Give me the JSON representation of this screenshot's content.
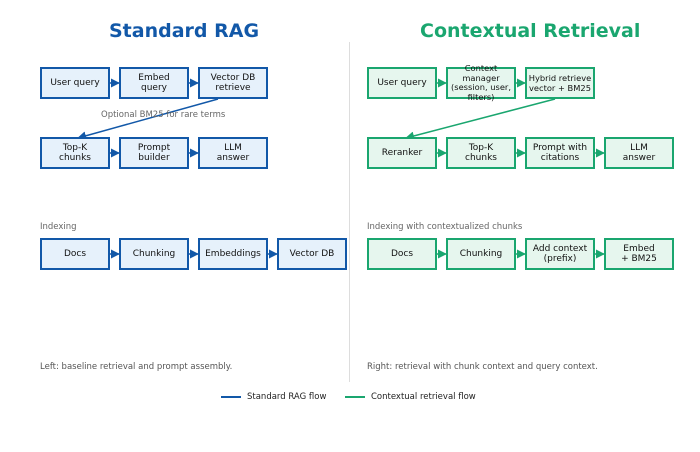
{
  "left": {
    "title": "Standard RAG",
    "query_nodes": [
      "User query",
      "Embed\nquery",
      "Vector DB\nretrieve"
    ],
    "optional_note": "Optional BM25 for rare terms",
    "answer_nodes": [
      "Top-K\nchunks",
      "Prompt\nbuilder",
      "LLM\nanswer"
    ],
    "indexing_label": "Indexing",
    "indexing_nodes": [
      "Docs",
      "Chunking",
      "Embeddings",
      "Vector DB"
    ],
    "caption": "Left: baseline retrieval and prompt assembly."
  },
  "right": {
    "title": "Contextual Retrieval",
    "query_nodes": [
      "User query",
      "Context manager\n(session, user,\nfilters)",
      "Hybrid retrieve\nvector + BM25"
    ],
    "answer_nodes": [
      "Reranker",
      "Top-K\nchunks",
      "Prompt with\ncitations",
      "LLM\nanswer"
    ],
    "indexing_label": "Indexing with contextualized chunks",
    "indexing_nodes": [
      "Docs",
      "Chunking",
      "Add context\n(prefix)",
      "Embed\n+ BM25"
    ],
    "caption": "Right: retrieval with chunk context and query context."
  },
  "legend": {
    "standard": "Standard RAG flow",
    "contextual": "Contextual retrieval flow"
  },
  "colors": {
    "standard": "#1258a8",
    "standard_fill": "#e6f1fb",
    "contextual": "#1aa66f",
    "contextual_fill": "#e6f6ee"
  }
}
